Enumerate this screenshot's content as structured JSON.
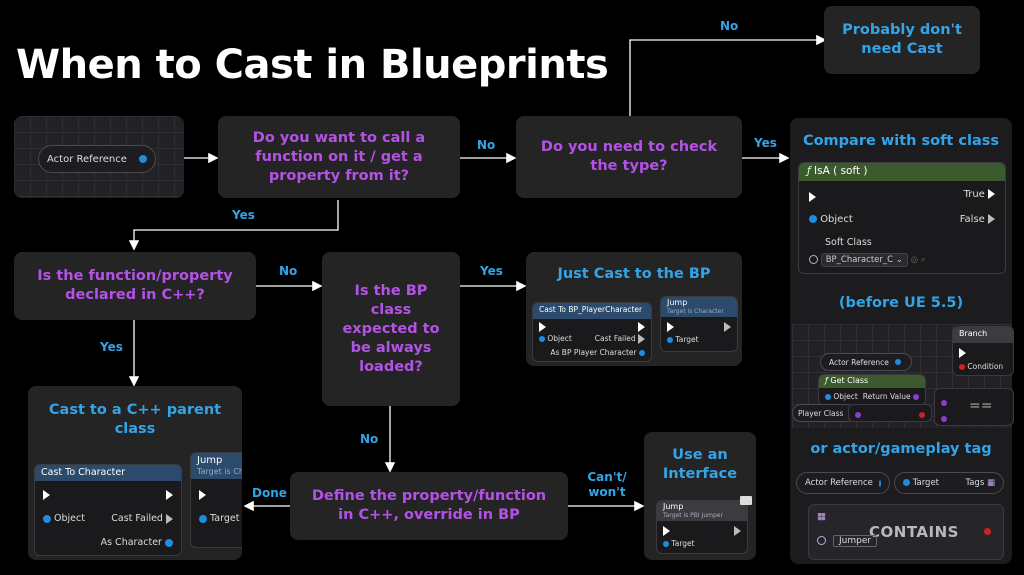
{
  "title": "When to Cast in Blueprints",
  "nodes": {
    "actor_ref": "Actor Reference",
    "q_call": "Do you want to call a function on it / get a property from it?",
    "q_type": "Do you need to check the type?",
    "no_cast": "Probably don't need Cast",
    "q_cpp": "Is the function/property declared in C++?",
    "q_loaded": "Is the BP class expected to be always loaded?",
    "just_cast": "Just Cast to the BP",
    "cast_parent": "Cast to a C++ parent class",
    "define": "Define the property/function in C++, override in BP",
    "interface": "Use an Interface",
    "soft_class": "Compare with soft class",
    "before_ue": "(before UE 5.5)",
    "actor_tag": "or actor/gameplay tag"
  },
  "edges": {
    "no1": "No",
    "no2": "No",
    "no3": "No",
    "no4": "No",
    "yes1": "Yes",
    "yes2": "Yes",
    "yes3": "Yes",
    "yes4": "Yes",
    "done": "Done",
    "cant": "Can't/ won't"
  },
  "bp": {
    "isa_title": "IsA ( soft )",
    "true": "True",
    "false": "False",
    "object": "Object",
    "soft_class": "Soft Class",
    "soft_value": "BP_Character_C",
    "cast_bp_title": "Cast To BP_PlayerCharacter",
    "cast_failed": "Cast Failed",
    "as_bp_player": "As BP Player Character",
    "jump": "Jump",
    "target_is_character": "Target is Character",
    "target": "Target",
    "cast_char_title": "Cast To Character",
    "as_character": "As Character",
    "jump_interface": "Jump",
    "target_is_pbi": "Target is PBI Jumper",
    "branch": "Branch",
    "condition": "Condition",
    "actor_reference": "Actor Reference",
    "get_class": "Get Class",
    "return_value": "Return Value",
    "player_class": "Player Class",
    "eq": "==",
    "tags": "Tags",
    "contains": "CONTAINS",
    "jumper": "Jumper"
  },
  "colors": {
    "question": "#b452e6",
    "answer": "#34a4e8",
    "box": "#242424"
  }
}
